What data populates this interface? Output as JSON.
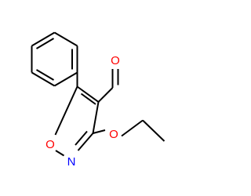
{
  "molecule": {
    "atoms": {
      "oxygen_aldehyde": "O",
      "oxygen_ring": "O",
      "nitrogen_ring": "N",
      "oxygen_ether": "O"
    },
    "colors": {
      "bond": "#000000",
      "oxygen": "#ff0000",
      "nitrogen": "#0000ff",
      "background": "#ffffff"
    }
  }
}
